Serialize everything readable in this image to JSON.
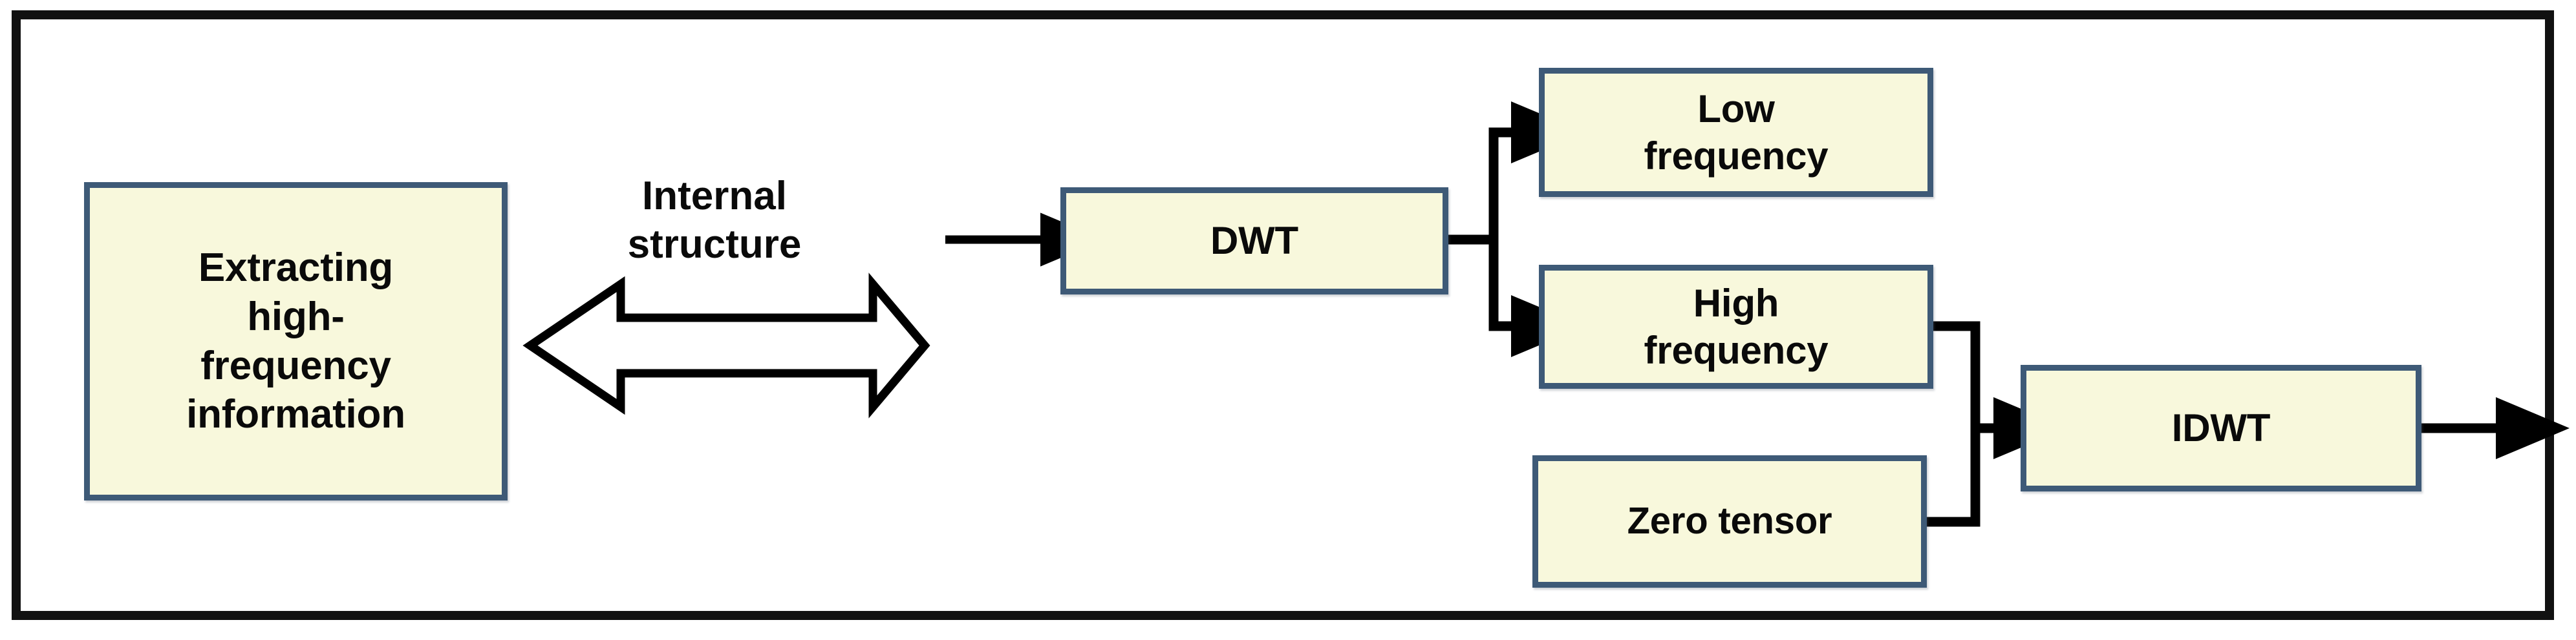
{
  "figure": {
    "type": "block-diagram",
    "frame": {
      "border_color": "#111111"
    },
    "palette": {
      "node_fill": "#F8F8DC",
      "node_border": "#3E5A77",
      "connector": "#000000",
      "text": "#0a0a0a"
    }
  },
  "caption": {
    "internal_structure": "Internal\nstructure"
  },
  "nodes": {
    "extract": {
      "label": "Extracting\nhigh-\nfrequency\ninformation"
    },
    "dwt": {
      "label": "DWT"
    },
    "low": {
      "label": "Low\nfrequency"
    },
    "high": {
      "label": "High\nfrequency"
    },
    "zero": {
      "label": "Zero tensor"
    },
    "idwt": {
      "label": "IDWT"
    }
  },
  "connectors": [
    {
      "name": "double-arrow-internal-structure",
      "style": "hollow-double-headed",
      "from": "extract",
      "to": "dwt-group"
    },
    {
      "name": "arrow-input-to-dwt",
      "style": "solid-arrow",
      "from": "input",
      "to": "dwt"
    },
    {
      "name": "arrow-dwt-to-low",
      "style": "solid-arrow-elbow",
      "from": "dwt",
      "to": "low"
    },
    {
      "name": "arrow-dwt-to-high",
      "style": "solid-arrow-elbow",
      "from": "dwt",
      "to": "high"
    },
    {
      "name": "arrow-high-to-idwt",
      "style": "solid-arrow-elbow",
      "from": "high",
      "to": "idwt"
    },
    {
      "name": "arrow-zero-to-idwt",
      "style": "solid-arrow-elbow",
      "from": "zero",
      "to": "idwt"
    },
    {
      "name": "arrow-idwt-output",
      "style": "solid-arrow",
      "from": "idwt",
      "to": "output"
    }
  ]
}
